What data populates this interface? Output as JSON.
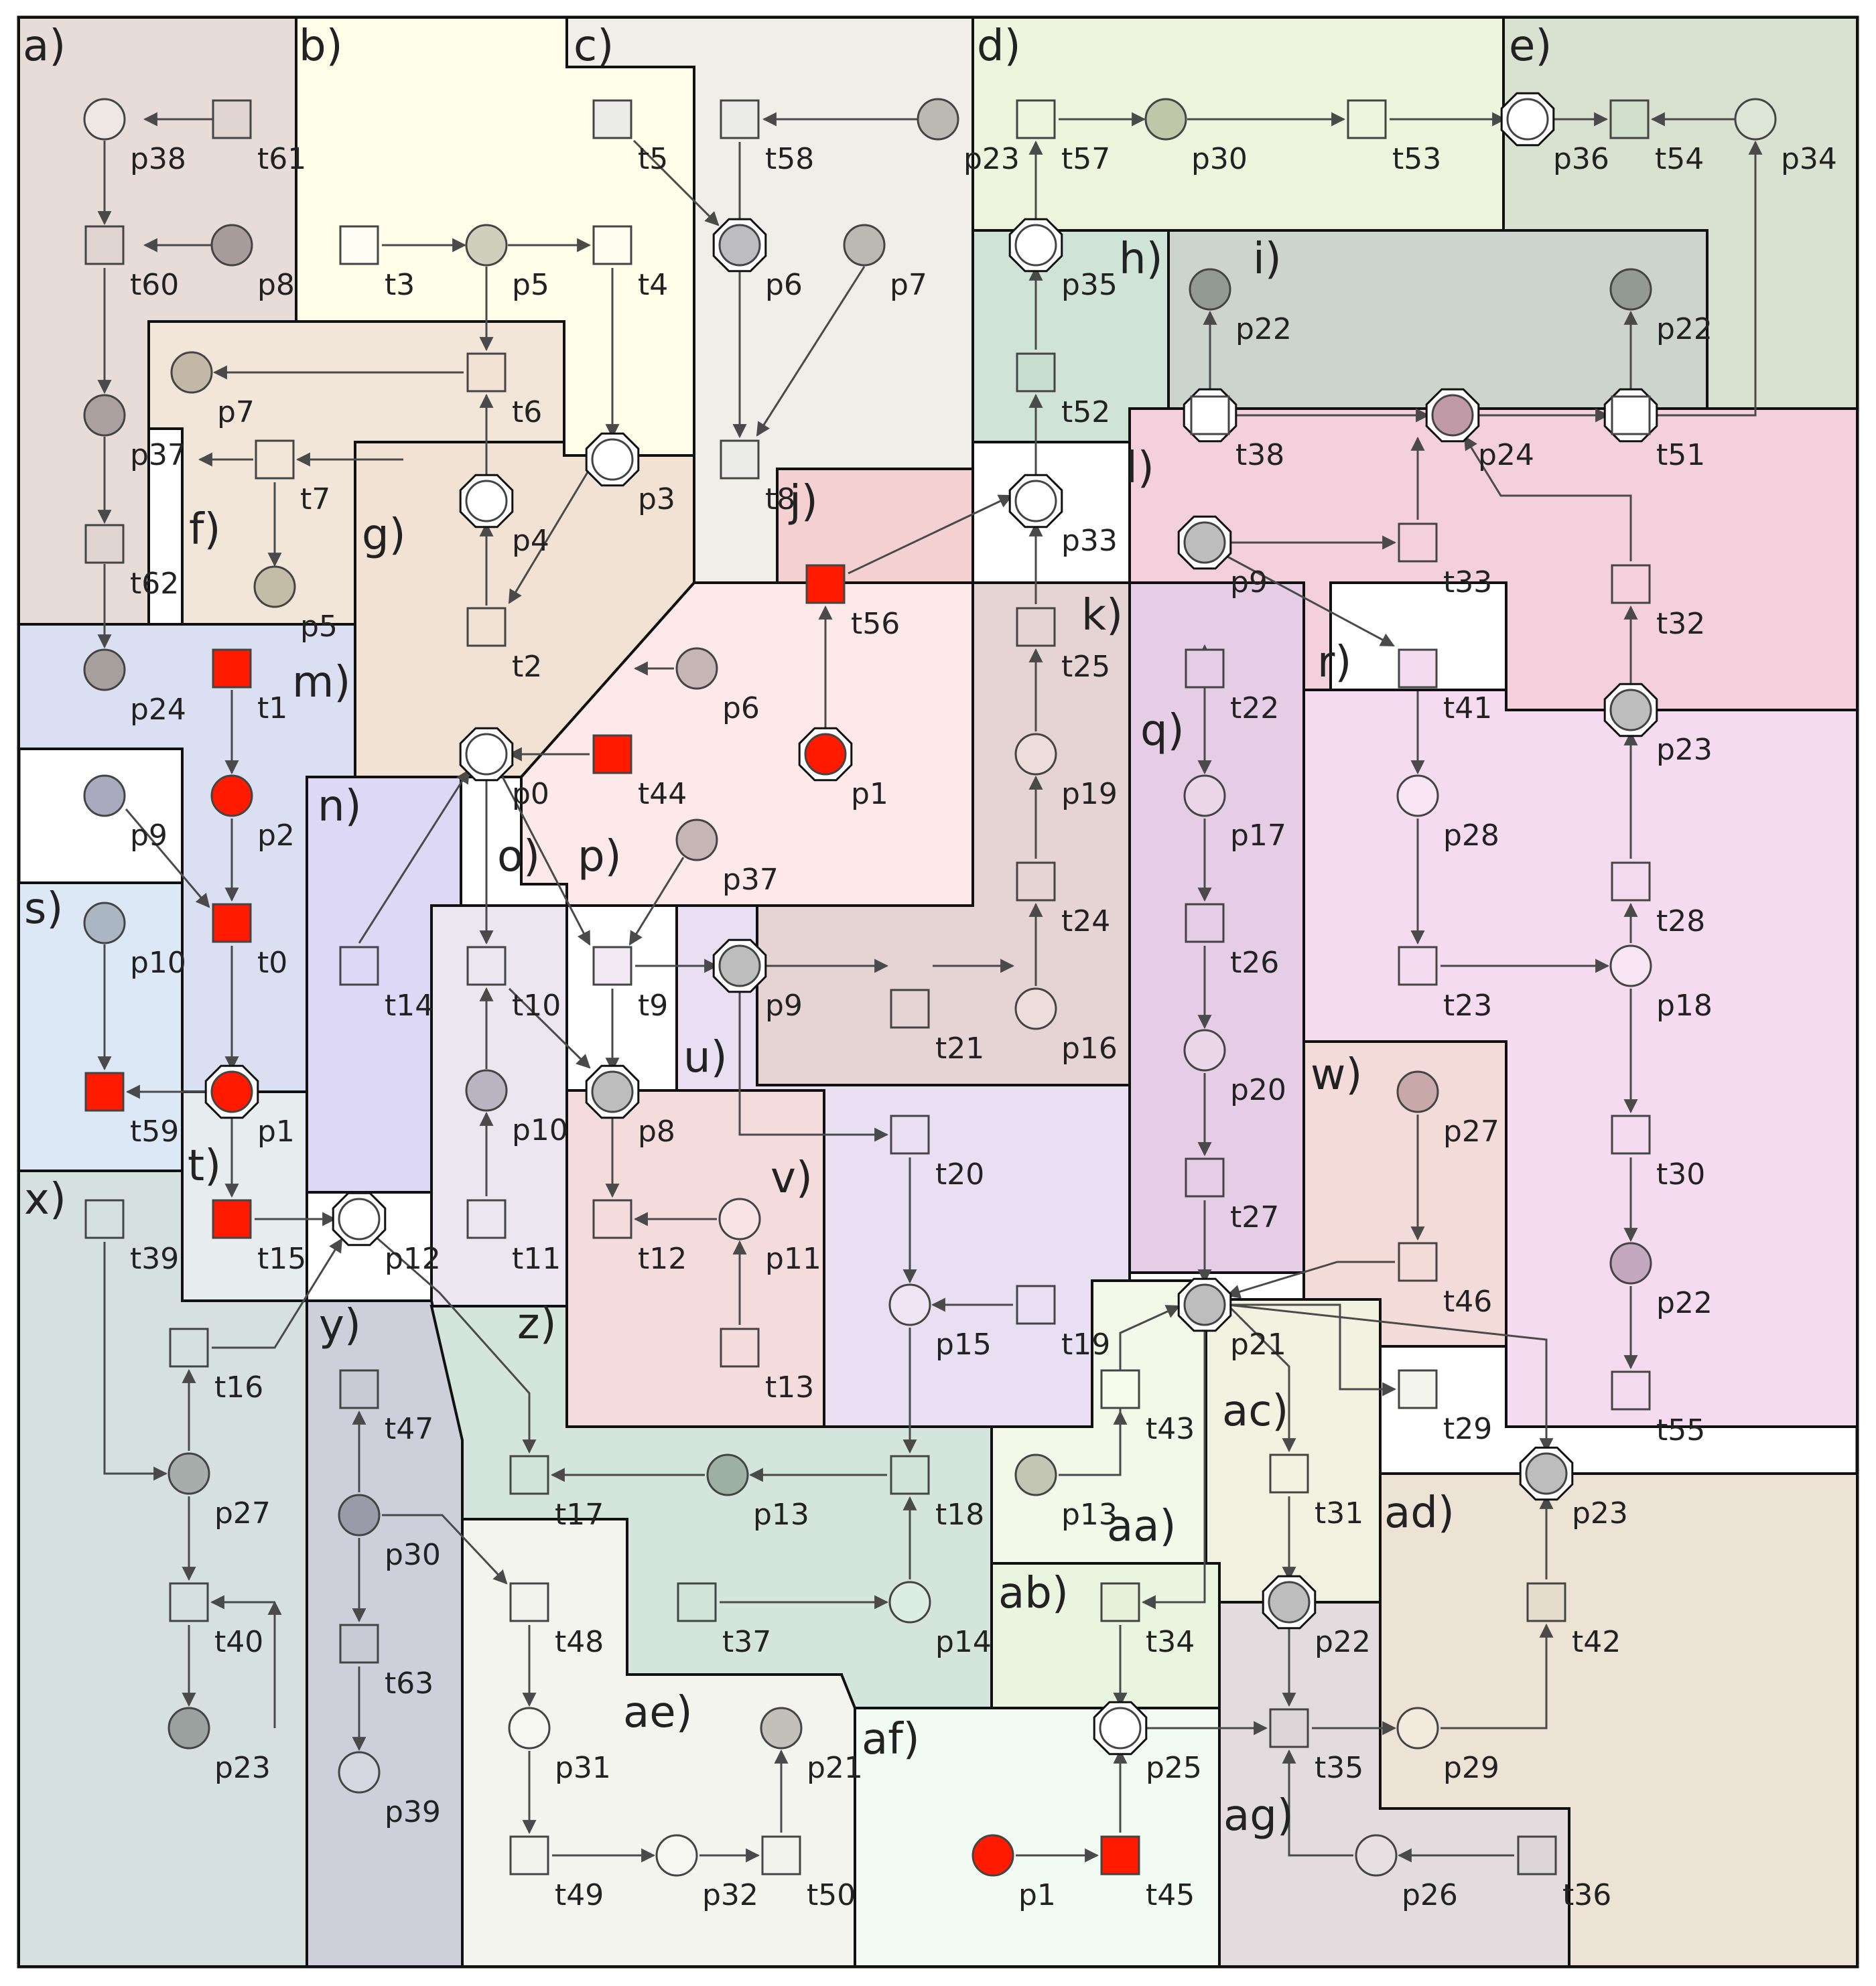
{
  "palette": {
    "white": "#ffffff",
    "red": "#ff1a00",
    "region_default": "#f0f0f0",
    "region_colors": {
      "a": "#e8dcd9",
      "b": "#fdfde8",
      "c": "#efeee8",
      "d": "#eef5dc",
      "e": "#d9e2d0",
      "f": "#f2e6d8",
      "g": "#f1e2d4",
      "h": "#cfe4d6",
      "i": "#cdd3cd",
      "j": "#f4d0d0",
      "k": "#e6d3d3",
      "l": "#f3d0db",
      "m": "#dbdff2",
      "n": "#dcd8f5",
      "o": "#ece6f1",
      "p": "#fde9e9",
      "q": "#e6cde6",
      "r": "#f4dbef",
      "s": "#dce8f6",
      "t": "#e7edee",
      "u": "#e8dff2",
      "v": "#f5dcdc",
      "w": "#f3dbda",
      "x": "#d6e0df",
      "y": "#cfcfdc",
      "z": "#d3e5dd",
      "aa": "#f4f8e8",
      "ab": "#eaf5df",
      "ac": "#f1f3e0",
      "ad": "#ece3d5",
      "ae": "#f4f4ef",
      "af": "#f2fbf3",
      "ag": "#e2dcde"
    }
  },
  "panels": [
    {
      "id": "a",
      "label": "a)",
      "nodes": [
        {
          "kind": "place",
          "label": "p38",
          "fill": "#efe7e4"
        },
        {
          "kind": "transition",
          "label": "t61",
          "fill": "#e0d4d1"
        },
        {
          "kind": "transition",
          "label": "t60",
          "fill": "#e0d4d1"
        },
        {
          "kind": "place",
          "label": "p8",
          "fill": "#a79c99"
        },
        {
          "kind": "place",
          "label": "p37",
          "fill": "#aaa19e"
        },
        {
          "kind": "transition",
          "label": "t62",
          "fill": "#e0d4d1"
        },
        {
          "kind": "place",
          "label": "p24",
          "fill": "#a8a09d"
        }
      ]
    },
    {
      "id": "b",
      "label": "b)",
      "nodes": [
        {
          "kind": "transition",
          "label": "t3",
          "fill": "#fefef5"
        },
        {
          "kind": "place",
          "label": "p5",
          "fill": "#cfcfbc"
        },
        {
          "kind": "transition",
          "label": "t4",
          "fill": "#fefef0"
        }
      ]
    },
    {
      "id": "c",
      "label": "c)",
      "nodes": [
        {
          "kind": "transition",
          "label": "t5",
          "fill": "#ececea"
        },
        {
          "kind": "transition",
          "label": "t58",
          "fill": "#ececea"
        },
        {
          "kind": "place",
          "label": "p23",
          "fill": "#babab2"
        },
        {
          "kind": "place",
          "label": "p6",
          "fill": "#bdbdc0",
          "marked": true
        },
        {
          "kind": "place",
          "label": "p7",
          "fill": "#babab2"
        },
        {
          "kind": "transition",
          "label": "t8",
          "fill": "#ececea"
        }
      ]
    },
    {
      "id": "d",
      "label": "d)",
      "nodes": [
        {
          "kind": "transition",
          "label": "t57",
          "fill": "#eef5dc"
        },
        {
          "kind": "place",
          "label": "p30",
          "fill": "#bfc7a8"
        },
        {
          "kind": "transition",
          "label": "t53",
          "fill": "#eef5dc"
        }
      ]
    },
    {
      "id": "e",
      "label": "e)",
      "nodes": [
        {
          "kind": "place",
          "label": "p36",
          "fill": "#ffffff",
          "marked": true
        },
        {
          "kind": "transition",
          "label": "t54",
          "fill": "#d3dfcd"
        },
        {
          "kind": "place",
          "label": "p34",
          "fill": "#dde6d6"
        }
      ]
    },
    {
      "id": "f",
      "label": "f)",
      "nodes": [
        {
          "kind": "place",
          "label": "p7",
          "fill": "#c3b8a5"
        },
        {
          "kind": "transition",
          "label": "t7",
          "fill": "#f2e6d8"
        },
        {
          "kind": "place",
          "label": "p5",
          "fill": "#c3bda8"
        }
      ]
    },
    {
      "id": "g",
      "label": "g)",
      "nodes": [
        {
          "kind": "transition",
          "label": "t6",
          "fill": "#f1e2d4"
        },
        {
          "kind": "place",
          "label": "p4",
          "fill": "#ffffff",
          "marked": true
        },
        {
          "kind": "place",
          "label": "p3",
          "fill": "#ffffff",
          "marked": true
        },
        {
          "kind": "transition",
          "label": "t2",
          "fill": "#f1e2d4"
        }
      ]
    },
    {
      "id": "h",
      "label": "h)",
      "nodes": [
        {
          "kind": "place",
          "label": "p35",
          "fill": "#ffffff",
          "marked": true
        },
        {
          "kind": "transition",
          "label": "t52",
          "fill": "#c7dfcf"
        },
        {
          "kind": "place",
          "label": "p33",
          "fill": "#ffffff",
          "marked": true
        }
      ]
    },
    {
      "id": "i",
      "label": "i)",
      "nodes": [
        {
          "kind": "place",
          "label": "p22",
          "fill": "#939a93"
        },
        {
          "kind": "transition",
          "label": "t38",
          "fill": "#ffffff",
          "marked": true
        },
        {
          "kind": "place",
          "label": "p22",
          "fill": "#939a93"
        },
        {
          "kind": "transition",
          "label": "t51",
          "fill": "#ffffff",
          "marked": true
        }
      ]
    },
    {
      "id": "j",
      "label": "j)",
      "nodes": [
        {
          "kind": "transition",
          "label": "t56",
          "fill": "#ff1a00"
        },
        {
          "kind": "place",
          "label": "p1",
          "fill": "#ff1a00",
          "marked": true
        }
      ]
    },
    {
      "id": "k",
      "label": "k)",
      "nodes": [
        {
          "kind": "transition",
          "label": "t25",
          "fill": "#e6d3d3"
        },
        {
          "kind": "place",
          "label": "p19",
          "fill": "#ecdcda"
        },
        {
          "kind": "transition",
          "label": "t24",
          "fill": "#e6d3d3"
        },
        {
          "kind": "transition",
          "label": "t21",
          "fill": "#e6d3d3"
        },
        {
          "kind": "place",
          "label": "p16",
          "fill": "#ecdcda"
        }
      ]
    },
    {
      "id": "l",
      "label": "l)",
      "nodes": [
        {
          "kind": "place",
          "label": "p24",
          "fill": "#c09aa6",
          "marked": true
        },
        {
          "kind": "place",
          "label": "p9",
          "fill": "#bdbdbd",
          "marked": true
        },
        {
          "kind": "transition",
          "label": "t33",
          "fill": "#f3d0db"
        },
        {
          "kind": "transition",
          "label": "t32",
          "fill": "#f3d0db"
        },
        {
          "kind": "place",
          "label": "p23",
          "fill": "#bdbdbd",
          "marked": true
        }
      ]
    },
    {
      "id": "m",
      "label": "m)",
      "nodes": [
        {
          "kind": "transition",
          "label": "t1",
          "fill": "#ff1a00"
        },
        {
          "kind": "place",
          "label": "p2",
          "fill": "#ff1a00"
        },
        {
          "kind": "place",
          "label": "p9",
          "fill": "#a9aabd"
        },
        {
          "kind": "transition",
          "label": "t0",
          "fill": "#ff1a00"
        }
      ]
    },
    {
      "id": "n",
      "label": "n)",
      "nodes": [
        {
          "kind": "place",
          "label": "p0",
          "fill": "#ffffff",
          "marked": true
        },
        {
          "kind": "transition",
          "label": "t14",
          "fill": "#dcd8f5"
        }
      ]
    },
    {
      "id": "o",
      "label": "o)",
      "nodes": [
        {
          "kind": "transition",
          "label": "t10",
          "fill": "#ece6f1"
        },
        {
          "kind": "place",
          "label": "p10",
          "fill": "#b9b3c2"
        },
        {
          "kind": "transition",
          "label": "t11",
          "fill": "#ece6f1"
        }
      ]
    },
    {
      "id": "p",
      "label": "p)",
      "nodes": [
        {
          "kind": "place",
          "label": "p6",
          "fill": "#c8b6b6"
        },
        {
          "kind": "transition",
          "label": "t44",
          "fill": "#ff1a00"
        },
        {
          "kind": "place",
          "label": "p37",
          "fill": "#c8b6b6"
        },
        {
          "kind": "transition",
          "label": "t9",
          "fill": "#f1eaf3"
        }
      ]
    },
    {
      "id": "q",
      "label": "q)",
      "nodes": [
        {
          "kind": "transition",
          "label": "t22",
          "fill": "#e6cde6"
        },
        {
          "kind": "place",
          "label": "p17",
          "fill": "#ecd6ea"
        },
        {
          "kind": "transition",
          "label": "t26",
          "fill": "#e6cde6"
        },
        {
          "kind": "place",
          "label": "p20",
          "fill": "#ecd6ea"
        },
        {
          "kind": "transition",
          "label": "t27",
          "fill": "#e6cde6"
        }
      ]
    },
    {
      "id": "r",
      "label": "r)",
      "nodes": [
        {
          "kind": "transition",
          "label": "t41",
          "fill": "#f4dbef"
        },
        {
          "kind": "place",
          "label": "p28",
          "fill": "#f8e6f4"
        },
        {
          "kind": "transition",
          "label": "t23",
          "fill": "#f4dbef"
        },
        {
          "kind": "transition",
          "label": "t28",
          "fill": "#f4dbef"
        },
        {
          "kind": "place",
          "label": "p18",
          "fill": "#f8e6f4"
        },
        {
          "kind": "transition",
          "label": "t30",
          "fill": "#f4dbef"
        },
        {
          "kind": "place",
          "label": "p22",
          "fill": "#c4a8c0"
        },
        {
          "kind": "transition",
          "label": "t55",
          "fill": "#f4dbef"
        }
      ]
    },
    {
      "id": "s",
      "label": "s)",
      "nodes": [
        {
          "kind": "place",
          "label": "p10",
          "fill": "#aab6c4"
        },
        {
          "kind": "transition",
          "label": "t59",
          "fill": "#ff1a00"
        }
      ]
    },
    {
      "id": "t",
      "label": "t)",
      "nodes": [
        {
          "kind": "place",
          "label": "p1",
          "fill": "#ff1a00",
          "marked": true
        },
        {
          "kind": "transition",
          "label": "t15",
          "fill": "#ff1a00"
        },
        {
          "kind": "place",
          "label": "p12",
          "fill": "#ffffff",
          "marked": true
        }
      ]
    },
    {
      "id": "u",
      "label": "u)",
      "nodes": [
        {
          "kind": "place",
          "label": "p9",
          "fill": "#bdbdbd",
          "marked": true
        },
        {
          "kind": "transition",
          "label": "t20",
          "fill": "#e8dff2"
        },
        {
          "kind": "place",
          "label": "p15",
          "fill": "#eee6f5"
        },
        {
          "kind": "transition",
          "label": "t19",
          "fill": "#e8dff2"
        }
      ]
    },
    {
      "id": "v",
      "label": "v)",
      "nodes": [
        {
          "kind": "place",
          "label": "p8",
          "fill": "#bdbdbd",
          "marked": true
        },
        {
          "kind": "transition",
          "label": "t12",
          "fill": "#f5dcdc"
        },
        {
          "kind": "place",
          "label": "p11",
          "fill": "#f8e4e4"
        },
        {
          "kind": "transition",
          "label": "t13",
          "fill": "#f5dcdc"
        }
      ]
    },
    {
      "id": "w",
      "label": "w)",
      "nodes": [
        {
          "kind": "place",
          "label": "p27",
          "fill": "#c8a8a8"
        },
        {
          "kind": "transition",
          "label": "t46",
          "fill": "#f3dbda"
        }
      ]
    },
    {
      "id": "x",
      "label": "x)",
      "nodes": [
        {
          "kind": "transition",
          "label": "t39",
          "fill": "#d6e0df"
        },
        {
          "kind": "transition",
          "label": "t16",
          "fill": "#d6e0df"
        },
        {
          "kind": "place",
          "label": "p27",
          "fill": "#a7adab"
        },
        {
          "kind": "transition",
          "label": "t40",
          "fill": "#d6e0df"
        },
        {
          "kind": "place",
          "label": "p23",
          "fill": "#9aa19f"
        }
      ]
    },
    {
      "id": "y",
      "label": "y)",
      "nodes": [
        {
          "kind": "transition",
          "label": "t47",
          "fill": "#c9c9d6"
        },
        {
          "kind": "place",
          "label": "p30",
          "fill": "#9b9aa9"
        },
        {
          "kind": "transition",
          "label": "t63",
          "fill": "#c9c9d6"
        },
        {
          "kind": "place",
          "label": "p39",
          "fill": "#d6d6e0"
        }
      ]
    },
    {
      "id": "z",
      "label": "z)",
      "nodes": [
        {
          "kind": "transition",
          "label": "t17",
          "fill": "#cfe3d8"
        },
        {
          "kind": "place",
          "label": "p13",
          "fill": "#9cb0a4"
        },
        {
          "kind": "transition",
          "label": "t18",
          "fill": "#cfe3d8"
        },
        {
          "kind": "transition",
          "label": "t37",
          "fill": "#cfe3d8"
        },
        {
          "kind": "place",
          "label": "p14",
          "fill": "#dceee3"
        }
      ]
    },
    {
      "id": "aa",
      "label": "aa)",
      "nodes": [
        {
          "kind": "place",
          "label": "p21",
          "fill": "#bdbdbd",
          "marked": true
        },
        {
          "kind": "transition",
          "label": "t43",
          "fill": "#f7fbec"
        },
        {
          "kind": "place",
          "label": "p13",
          "fill": "#c3c6b3"
        }
      ]
    },
    {
      "id": "ab",
      "label": "ab)",
      "nodes": [
        {
          "kind": "transition",
          "label": "t34",
          "fill": "#e6f2d8"
        },
        {
          "kind": "place",
          "label": "p25",
          "fill": "#ffffff",
          "marked": true
        }
      ]
    },
    {
      "id": "ac",
      "label": "ac)",
      "nodes": [
        {
          "kind": "transition",
          "label": "t31",
          "fill": "#f1f3e0"
        },
        {
          "kind": "place",
          "label": "p22",
          "fill": "#bdbdbd",
          "marked": true
        },
        {
          "kind": "transition",
          "label": "t29",
          "fill": "#f3f4ec"
        }
      ]
    },
    {
      "id": "ad",
      "label": "ad)",
      "nodes": [
        {
          "kind": "place",
          "label": "p23",
          "fill": "#bdbdbd",
          "marked": true
        },
        {
          "kind": "transition",
          "label": "t42",
          "fill": "#e6dccc"
        },
        {
          "kind": "place",
          "label": "p29",
          "fill": "#f2eadd"
        }
      ]
    },
    {
      "id": "ae",
      "label": "ae)",
      "nodes": [
        {
          "kind": "transition",
          "label": "t48",
          "fill": "#f2f2ec"
        },
        {
          "kind": "place",
          "label": "p31",
          "fill": "#f7f7f2"
        },
        {
          "kind": "place",
          "label": "p21",
          "fill": "#c2c0b9"
        },
        {
          "kind": "transition",
          "label": "t49",
          "fill": "#f2f2ec"
        },
        {
          "kind": "place",
          "label": "p32",
          "fill": "#f7f7f2"
        },
        {
          "kind": "transition",
          "label": "t50",
          "fill": "#f2f2ec"
        }
      ]
    },
    {
      "id": "af",
      "label": "af)",
      "nodes": [
        {
          "kind": "place",
          "label": "p1",
          "fill": "#ff1a00"
        },
        {
          "kind": "transition",
          "label": "t45",
          "fill": "#ff1a00"
        }
      ]
    },
    {
      "id": "ag",
      "label": "ag)",
      "nodes": [
        {
          "kind": "transition",
          "label": "t35",
          "fill": "#dcd6d8"
        },
        {
          "kind": "place",
          "label": "p26",
          "fill": "#e6e0e2"
        },
        {
          "kind": "transition",
          "label": "t36",
          "fill": "#dcd6d8"
        }
      ]
    }
  ]
}
